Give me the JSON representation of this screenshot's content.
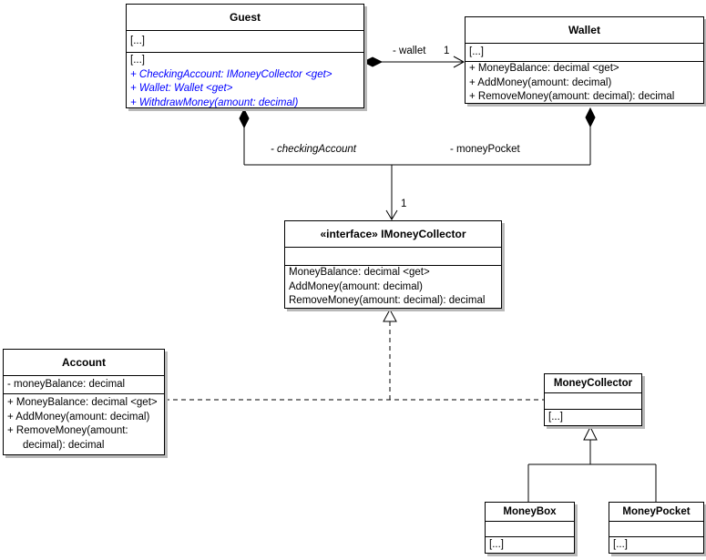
{
  "diagram": {
    "classes": {
      "guest": {
        "name": "Guest",
        "attributes": [
          "[...]"
        ],
        "members": [
          "[...]",
          "+ CheckingAccount: IMoneyCollector <get>",
          "+ Wallet: Wallet <get>",
          "+ WithdrawMoney(amount: decimal)"
        ]
      },
      "wallet": {
        "name": "Wallet",
        "attributes": [
          "[...]"
        ],
        "members": [
          "+ MoneyBalance: decimal <get>",
          "+ AddMoney(amount: decimal)",
          "+ RemoveMoney(amount: decimal): decimal"
        ]
      },
      "imoneycollector": {
        "name": "«interface» IMoneyCollector",
        "attributes": [],
        "members": [
          "MoneyBalance: decimal <get>",
          "AddMoney(amount: decimal)",
          "RemoveMoney(amount: decimal): decimal"
        ]
      },
      "account": {
        "name": "Account",
        "attributes": [
          "- moneyBalance: decimal"
        ],
        "members": [
          "+ MoneyBalance: decimal <get>",
          "+ AddMoney(amount: decimal)",
          "+ RemoveMoney(amount:",
          "decimal): decimal"
        ]
      },
      "moneycollector": {
        "name": "MoneyCollector",
        "attributes": [],
        "members": [
          "[...]"
        ]
      },
      "moneybox": {
        "name": "MoneyBox",
        "attributes": [],
        "members": [
          "[...]"
        ]
      },
      "moneypocket": {
        "name": "MoneyPocket",
        "attributes": [],
        "members": [
          "[...]"
        ]
      }
    },
    "edges": {
      "wallet": {
        "role": "- wallet",
        "multiplicity": "1"
      },
      "checking_account": {
        "role": "- checkingAccount"
      },
      "money_pocket": {
        "role": "- moneyPocket"
      },
      "collector": {
        "multiplicity": "1"
      }
    },
    "colors": {
      "member_highlight": "#0000ff",
      "line": "#000000",
      "box_border": "#000000",
      "box_background": "#ffffff",
      "shadow": "#b9b9b9"
    }
  }
}
